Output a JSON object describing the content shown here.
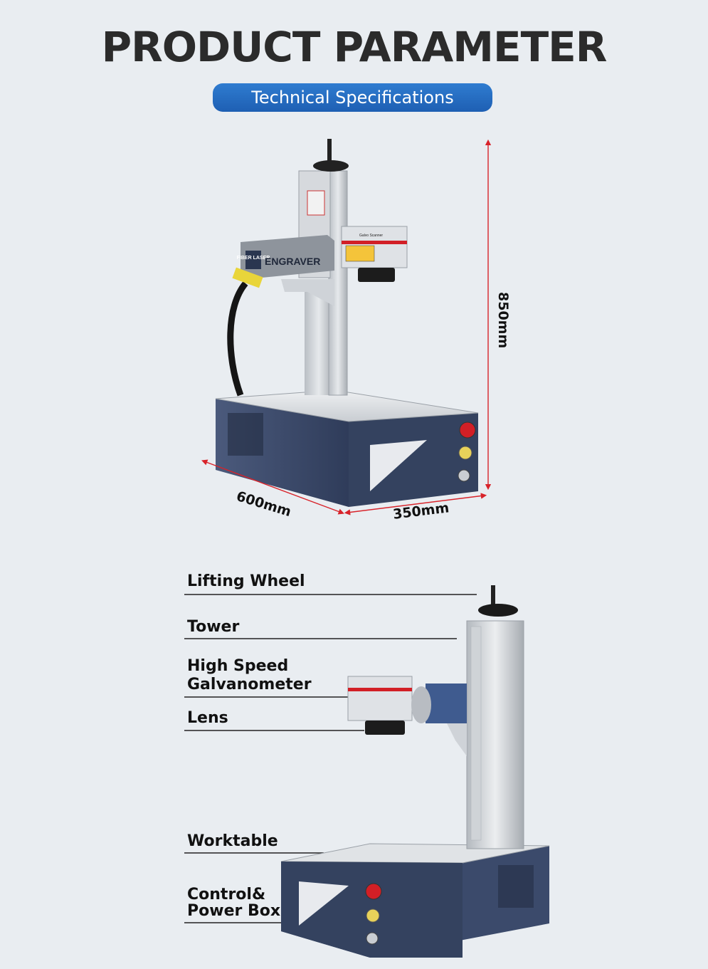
{
  "header": {
    "title": "PRODUCT PARAMETER",
    "subtitle": "Technical Specifications"
  },
  "dimensions": {
    "width": "600mm",
    "depth": "350mm",
    "height": "850mm"
  },
  "machine_labels": {
    "fiber_laser": "FIBER LASER",
    "engraver": "ENGRAVER",
    "scanner": "Galvo Scanner"
  },
  "parts": [
    {
      "label": "Lifting Wheel"
    },
    {
      "label": "Tower"
    },
    {
      "label": "High Speed\nGalvanometer"
    },
    {
      "label": "Lens"
    },
    {
      "label": "Worktable"
    },
    {
      "label": "Control&\nPower Box"
    }
  ],
  "colors": {
    "accent": "#1e5fb3",
    "dimension_line": "#d8232a",
    "cabinet": "#3b4a6b"
  }
}
